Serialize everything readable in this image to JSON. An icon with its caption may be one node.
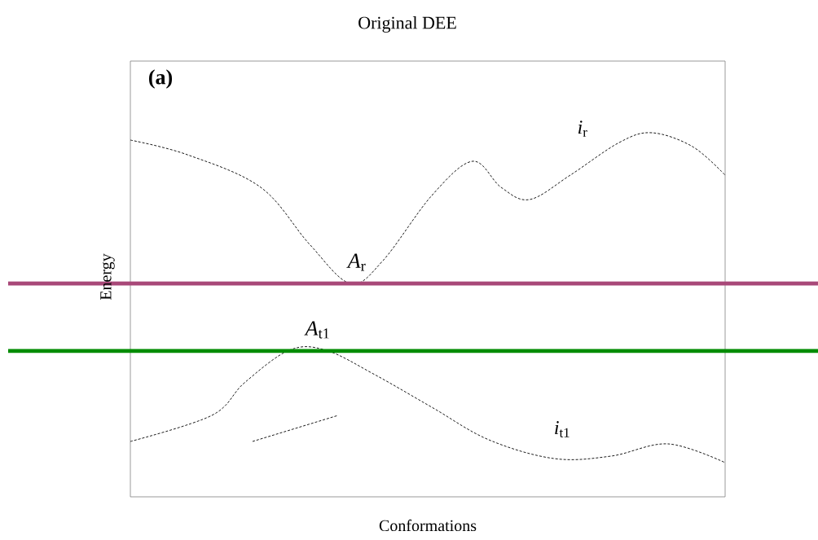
{
  "diagram": {
    "title": "Original DEE",
    "labels": [
      "(a)",
      "*i*$_{r}$",
      "*A*$_{r}$",
      "*A*$_{t1}$",
      "*i*$_{t1}$",
      "Energy",
      "Conformations"
    ]
  }
}
